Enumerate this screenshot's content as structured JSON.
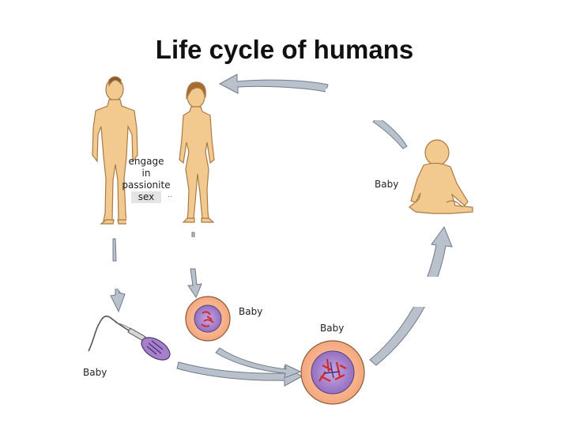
{
  "title": "Life cycle of humans",
  "colors": {
    "skin": "#f2c98f",
    "skin_outline": "#a97a45",
    "arrow_fill": "#b9c2cc",
    "arrow_outline": "#6f7b87",
    "cell_outer": "#f7b58e",
    "cell_inner": "#b08ad1",
    "chromosome": "#cf2b2b"
  },
  "labels": {
    "baby_infant": "Baby",
    "baby_egg": "Baby",
    "baby_zygote": "Baby",
    "baby_sperm": "Baby",
    "center_line1": "engage",
    "center_line2": "in",
    "center_line3": "passionite",
    "center_line4": "sex",
    "center_dots": ".."
  }
}
